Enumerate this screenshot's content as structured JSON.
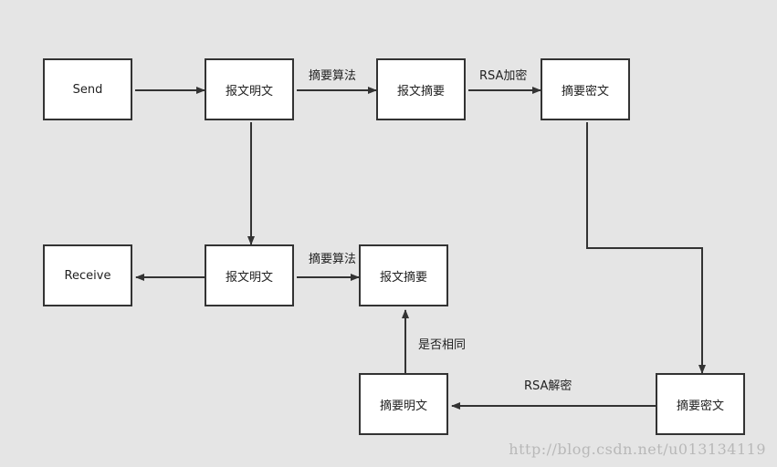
{
  "nodes": {
    "send": "Send",
    "plain_top": "报文明文",
    "digest_top": "报文摘要",
    "cipher_top": "摘要密文",
    "receive": "Receive",
    "plain_mid": "报文明文",
    "digest_mid": "报文摘要",
    "digest_plain_bottom": "摘要明文",
    "cipher_bottom": "摘要密文"
  },
  "edge_labels": {
    "hash_top": "摘要算法",
    "rsa_encrypt": "RSA加密",
    "hash_mid": "摘要算法",
    "compare": "是否相同",
    "rsa_decrypt": "RSA解密"
  },
  "watermark": "http://blog.csdn.net/u013134119"
}
